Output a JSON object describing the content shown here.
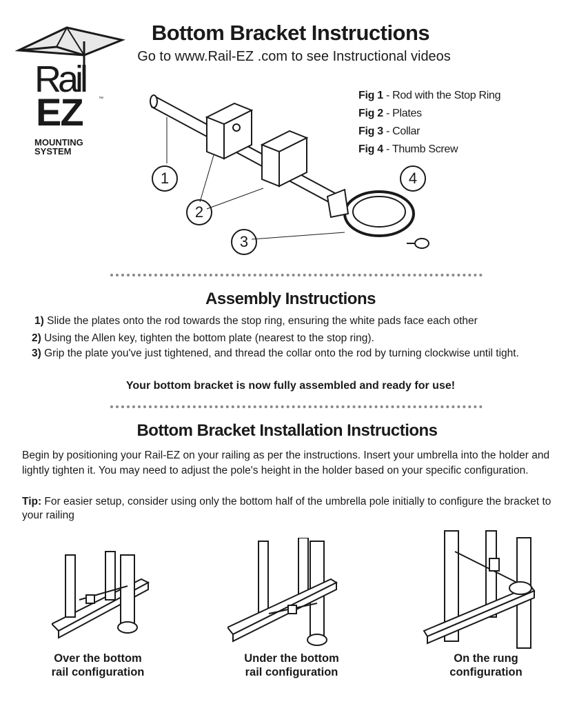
{
  "logo": {
    "line1": "Rail",
    "line2": "EZ",
    "tm": "™",
    "line3": "MOUNTING",
    "line4": "SYSTEM"
  },
  "header": {
    "title": "Bottom Bracket Instructions",
    "subtitle": "Go to www.Rail-EZ .com to see Instructional videos"
  },
  "figures": [
    {
      "label": "Fig 1",
      "text": " - Rod with the Stop Ring"
    },
    {
      "label": "Fig 2",
      "text": " - Plates"
    },
    {
      "label": "Fig 3",
      "text": " - Collar"
    },
    {
      "label": "Fig 4",
      "text": " - Thumb Screw"
    }
  ],
  "callouts": [
    "1",
    "2",
    "3",
    "4"
  ],
  "assembly": {
    "title": "Assembly Instructions",
    "steps": [
      {
        "num": "1)",
        "text": " Slide the plates onto the rod towards the stop ring, ensuring the white pads face each other"
      },
      {
        "num": "2)",
        "text": " Using the Allen key, tighten the bottom plate (nearest to the stop ring)."
      },
      {
        "num": "3)",
        "text": " Grip the plate you've just tightened, and thread the collar onto the rod by turning clockwise until tight."
      }
    ],
    "conclusion": "Your bottom bracket is now fully assembled and ready for use!"
  },
  "installation": {
    "title": "Bottom Bracket Installation Instructions",
    "paragraph": "Begin by positioning your Rail-EZ on your railing as per the instructions. Insert your umbrella into the holder and lightly tighten it. You may need to adjust the pole's height in the holder based on your specific configuration.",
    "tip_label": "Tip:",
    "tip_text": " For easier setup, consider using only the bottom half of the umbrella pole initially to configure the bracket to your railing",
    "configs": [
      {
        "line1": "Over the bottom",
        "line2": "rail configuration"
      },
      {
        "line1": "Under the bottom",
        "line2": "rail configuration"
      },
      {
        "line1": "On the rung",
        "line2": "configuration"
      }
    ]
  }
}
